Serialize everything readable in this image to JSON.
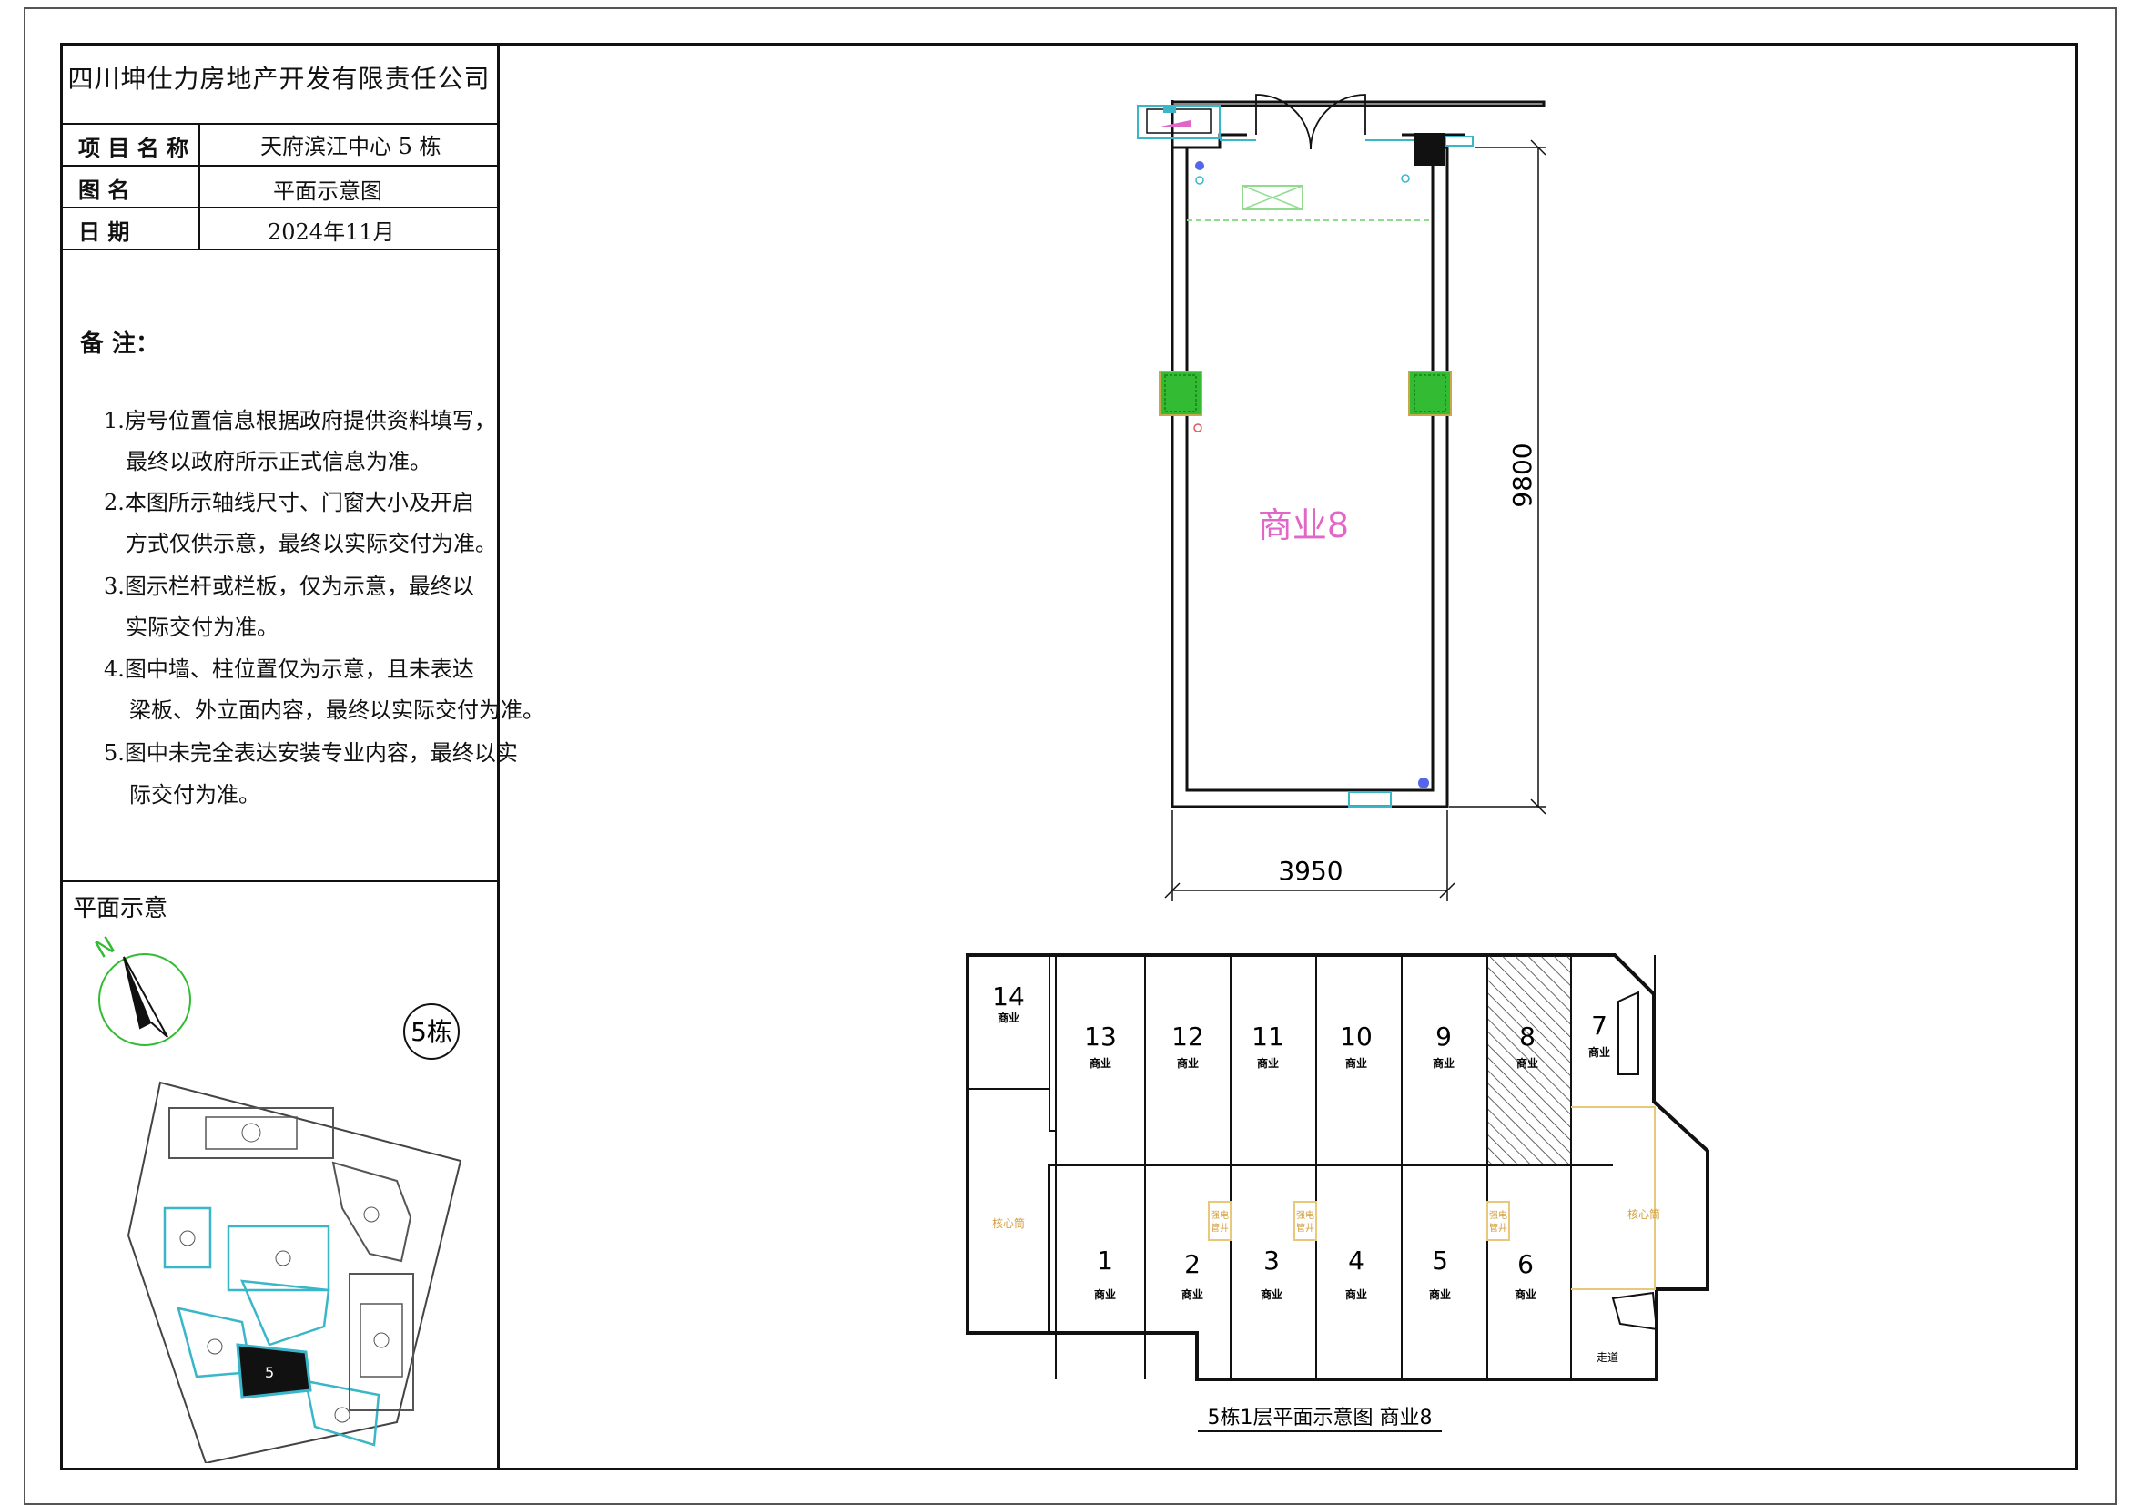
{
  "company": "四川坤仕力房地产开发有限责任公司",
  "fields": {
    "project_label": "项 目 名 称",
    "project_value": "天府滨江中心  5  栋",
    "drawing_label": "图      名",
    "drawing_value": "平面示意图",
    "date_label": "日      期",
    "date_value": "2024年11月"
  },
  "notes": {
    "title": "备 注：",
    "lines": [
      "1.房号位置信息根据政府提供资料填写，",
      "最终以政府所示正式信息为准。",
      "2.本图所示轴线尺寸、门窗大小及开启",
      "方式仅供示意，最终以实际交付为准。",
      "3.图示栏杆或栏板，仅为示意，最终以",
      "实际交付为准。",
      "4.图中墙、柱位置仅为示意，且未表达",
      "梁板、外立面内容，最终以实际交付为准。",
      "5.图中未完全表达安装专业内容，最终以实",
      "际交付为准。"
    ]
  },
  "site_plan": {
    "title": "平面示意",
    "north": "N",
    "building_tag": "5栋",
    "highlight_number": "5"
  },
  "unit_plan": {
    "unit_label": "商业8",
    "dim_height": "9800",
    "dim_width": "3950"
  },
  "key_plan": {
    "caption": "5栋1层平面示意图  商业8",
    "unit_word": "商业",
    "core_label": "核心筒",
    "shaft_label": "强电\n管井",
    "corridor_label": "走道",
    "units_top": [
      "14",
      "13",
      "12",
      "11",
      "10",
      "9",
      "8",
      "7"
    ],
    "units_bottom": [
      "1",
      "2",
      "3",
      "4",
      "5",
      "6"
    ],
    "highlight": "8"
  },
  "colors": {
    "line": "#111111",
    "magenta": "#e066c8",
    "green_hatch": "#33bb33",
    "cyan": "#39b6c8",
    "yellow": "#e8c87a",
    "blue_dot": "#5566ee"
  }
}
